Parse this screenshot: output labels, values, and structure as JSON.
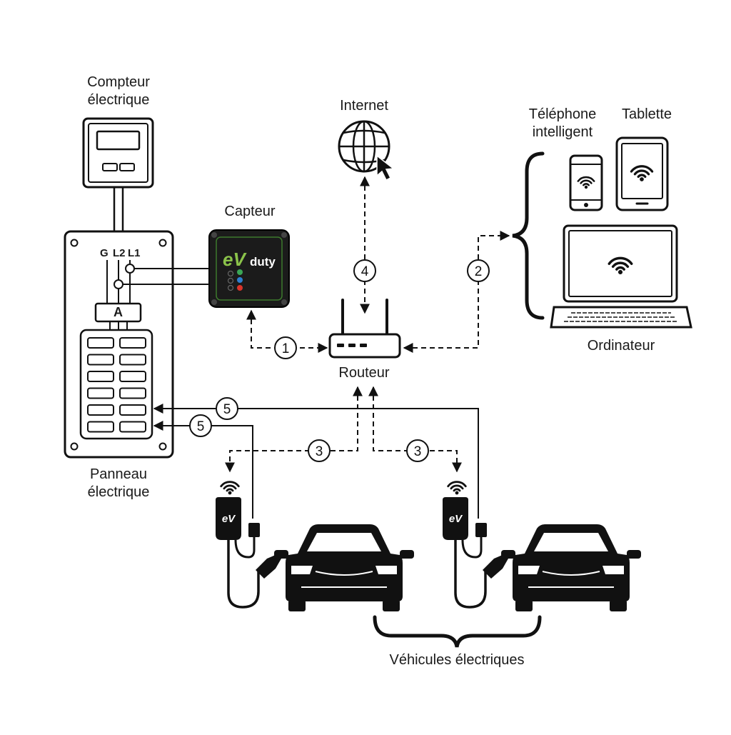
{
  "labels": {
    "meter_line1": "Compteur",
    "meter_line2": "électrique",
    "panel_line1": "Panneau",
    "panel_line2": "électrique",
    "sensor": "Capteur",
    "internet": "Internet",
    "router": "Routeur",
    "phone_line1": "Téléphone",
    "phone_line2": "intelligent",
    "tablet": "Tablette",
    "computer": "Ordinateur",
    "vehicles": "Véhicules électriques",
    "terminal_g": "G",
    "terminal_l2": "L2",
    "terminal_l1": "L1",
    "breaker": "A"
  },
  "steps": {
    "one": "1",
    "two": "2",
    "three": "3",
    "four": "4",
    "five": "5"
  },
  "sensor_logo": {
    "ev": "eV",
    "duty": "duty"
  },
  "charger_logo": "eV",
  "colors": {
    "line": "#111111",
    "sensor_body": "#1b1b1b",
    "logo_green": "#8bc34a",
    "led_green": "#3aa655",
    "led_blue": "#2d7fd0",
    "led_red": "#d9342b"
  }
}
